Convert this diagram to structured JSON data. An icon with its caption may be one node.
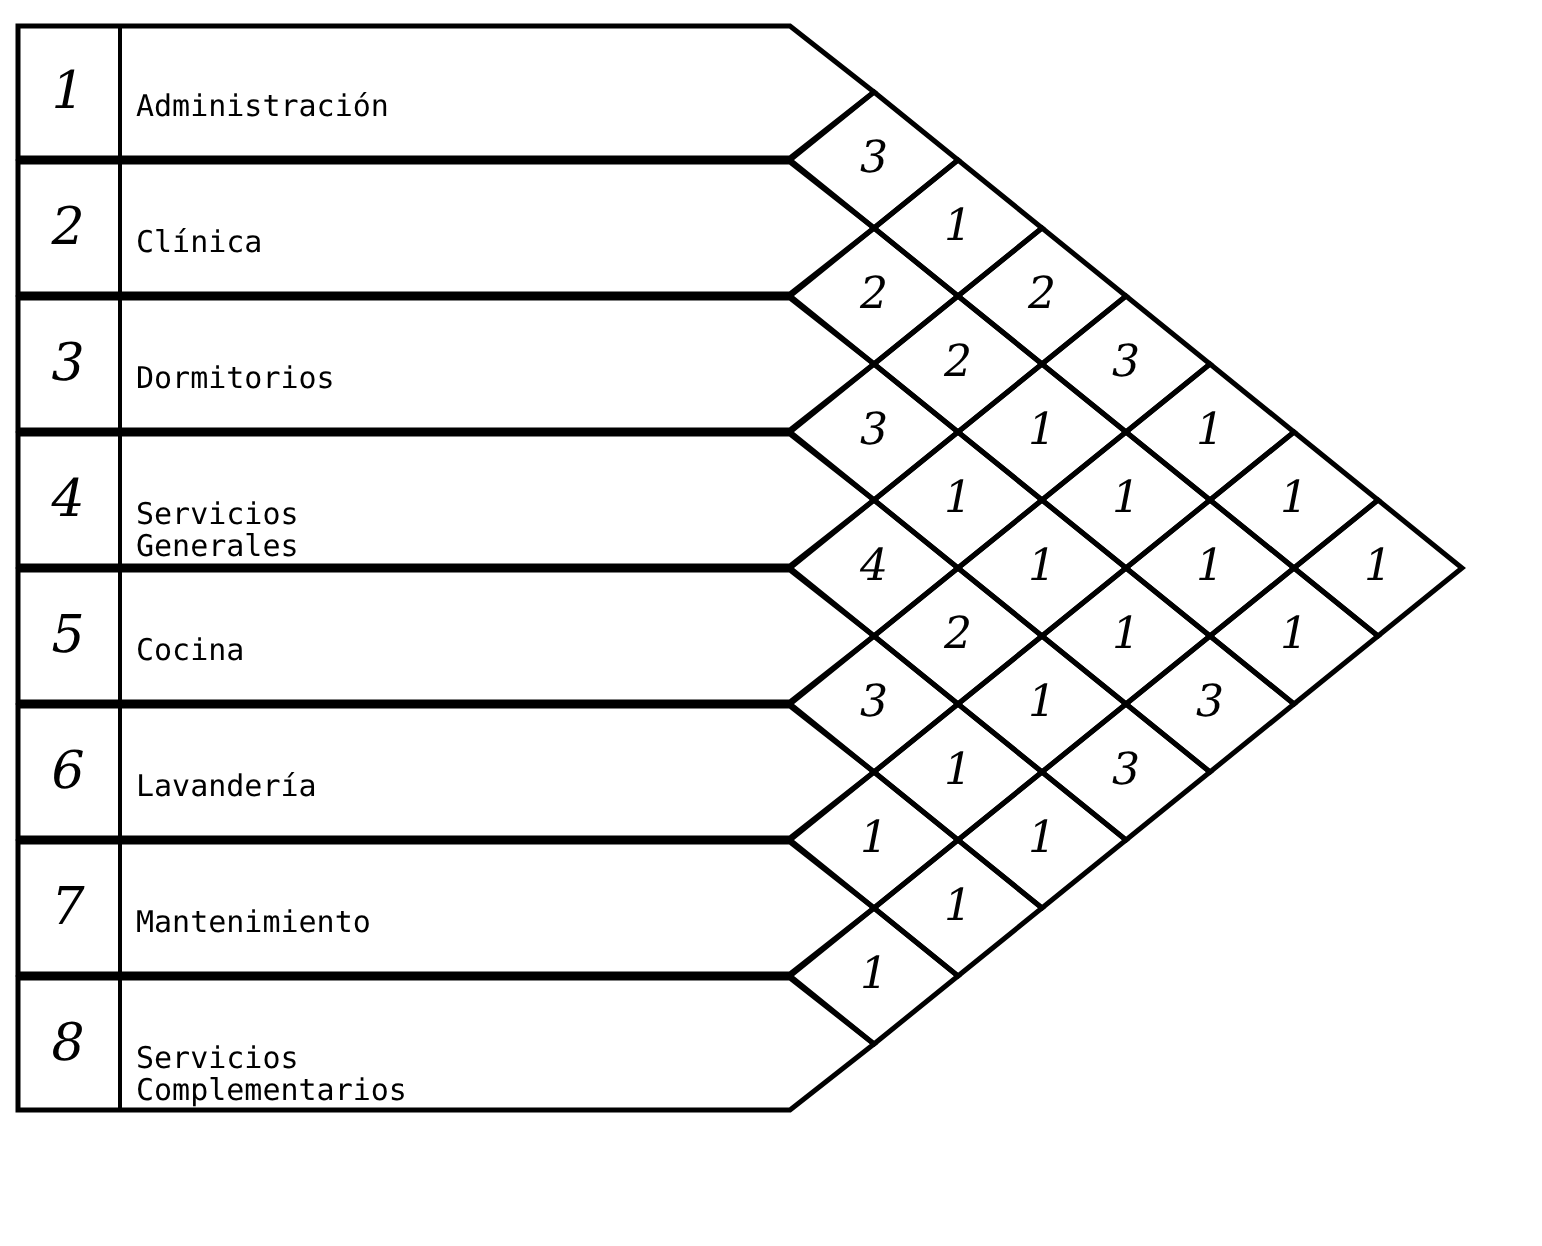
{
  "diagram": {
    "nodes": [
      {
        "text": [
          "1",
          "Administración"
        ]
      },
      {
        "text": [
          "2",
          "Clínica"
        ]
      },
      {
        "text": [
          "3",
          "Dormitorios"
        ]
      },
      {
        "text": [
          "4",
          "Servicios Generales"
        ]
      },
      {
        "text": [
          "5",
          "Cocina"
        ]
      },
      {
        "text": [
          "6",
          "Lavandería"
        ]
      },
      {
        "text": [
          "7",
          "Mantenimiento"
        ]
      },
      {
        "text": [
          "8",
          "Servicios Complementarios"
        ]
      }
    ],
    "labels": [
      "3",
      "1",
      "2",
      "3",
      "1",
      "1",
      "1",
      "2",
      "2",
      "1",
      "1",
      "1",
      "1",
      "3",
      "1",
      "1",
      "1",
      "3",
      "4",
      "2",
      "1",
      "3",
      "3",
      "1",
      "1",
      "1",
      "1",
      "1"
    ]
  }
}
